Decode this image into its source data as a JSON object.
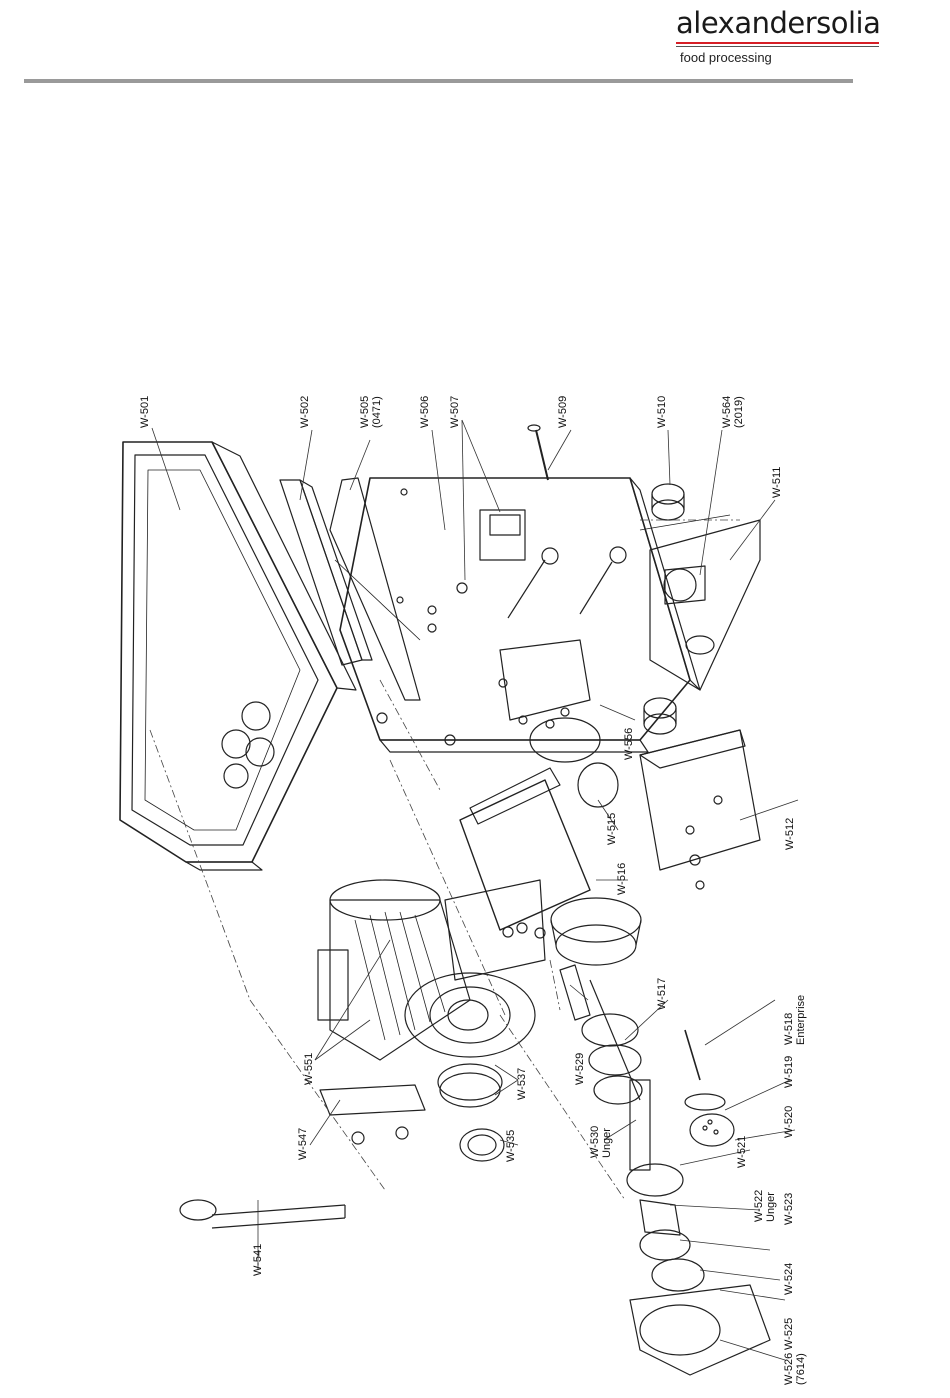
{
  "header": {
    "brand_name": "alexandersolia",
    "brand_tagline": "food processing",
    "brand_color": "#d61f26"
  },
  "callouts": [
    {
      "id": "W-501",
      "lines": [
        "W-501"
      ]
    },
    {
      "id": "W-502",
      "lines": [
        "W-502"
      ]
    },
    {
      "id": "W-505",
      "lines": [
        "W-505",
        "(0471)"
      ]
    },
    {
      "id": "W-506",
      "lines": [
        "W-506"
      ]
    },
    {
      "id": "W-507",
      "lines": [
        "W-507"
      ]
    },
    {
      "id": "W-509",
      "lines": [
        "W-509"
      ]
    },
    {
      "id": "W-510",
      "lines": [
        "W-510"
      ]
    },
    {
      "id": "W-564",
      "lines": [
        "W-564",
        "(2019)"
      ]
    },
    {
      "id": "W-511",
      "lines": [
        "W-511"
      ]
    },
    {
      "id": "W-556",
      "lines": [
        "W-556"
      ]
    },
    {
      "id": "W-515",
      "lines": [
        "W-515"
      ]
    },
    {
      "id": "W-512",
      "lines": [
        "W-512"
      ]
    },
    {
      "id": "W-516",
      "lines": [
        "W-516"
      ]
    },
    {
      "id": "W-517",
      "lines": [
        "W-517"
      ]
    },
    {
      "id": "W-518",
      "lines": [
        "W-518",
        "Enterprise"
      ]
    },
    {
      "id": "W-519",
      "lines": [
        "W-519"
      ]
    },
    {
      "id": "W-520",
      "lines": [
        "W-520"
      ]
    },
    {
      "id": "W-529",
      "lines": [
        "W-529"
      ]
    },
    {
      "id": "W-530",
      "lines": [
        "W-530",
        "Unger"
      ]
    },
    {
      "id": "W-521",
      "lines": [
        "W-521"
      ]
    },
    {
      "id": "W-522",
      "lines": [
        "W-522",
        "Unger"
      ]
    },
    {
      "id": "W-523",
      "lines": [
        "W-523"
      ]
    },
    {
      "id": "W-524",
      "lines": [
        "W-524"
      ]
    },
    {
      "id": "W-525",
      "lines": [
        "W-525"
      ]
    },
    {
      "id": "W-526",
      "lines": [
        "W-526",
        "(7614)"
      ]
    },
    {
      "id": "W-551",
      "lines": [
        "W-551"
      ]
    },
    {
      "id": "W-537",
      "lines": [
        "W-537"
      ]
    },
    {
      "id": "W-547",
      "lines": [
        "W-547"
      ]
    },
    {
      "id": "W-535",
      "lines": [
        "W-535"
      ]
    },
    {
      "id": "W-541",
      "lines": [
        "W-541"
      ]
    }
  ]
}
